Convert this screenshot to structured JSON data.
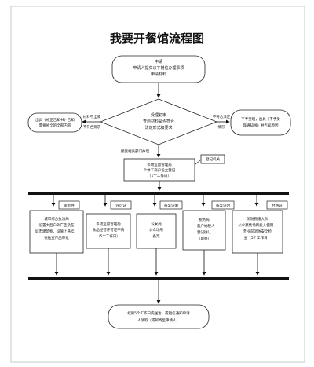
{
  "title": "我要开餐馆流程图",
  "start": {
    "lines": [
      "申请",
      "申请人提交以下岗位办理事项",
      "申请材料"
    ]
  },
  "decision": {
    "lines": [
      "受理初审",
      "查验材料是否符合",
      "法定形式和要求"
    ]
  },
  "left_box": {
    "lines": [
      "出具《补正告知书》告知",
      "需要补全的全部内容"
    ]
  },
  "left_edge": {
    "line1": "材料不全或",
    "line2": "不符合要求"
  },
  "right_box": {
    "lines": [
      "不予受理，出具《不予受",
      "理通知书》并告知原因"
    ]
  },
  "right_edge": {
    "line1": "不符合法定",
    "line2": "情形"
  },
  "accept_label": "接受相关部门办理",
  "middle_box": {
    "lines": [
      "市场监督管理局",
      "个体工商户设立登记",
      "（1个工作日）"
    ]
  },
  "register_tag": "登记机关",
  "branches": [
    {
      "tag": "审批件",
      "lines": [
        "城市综合执法局",
        "设置大型户外广告及在",
        "城市建筑物、设施上悬挂、",
        "张贴宣传品审批"
      ]
    },
    {
      "tag": "许可证",
      "lines": [
        "市场监督管理局",
        "食品经营许可证申请",
        "（5个工作日）"
      ]
    },
    {
      "tag": "备案证明",
      "lines": [
        "公安局",
        "公众场所",
        "备案"
      ]
    },
    {
      "tag": "备案证明",
      "lines": [
        "税务局",
        "一般户纳税人",
        "登记确认",
        "（即办）"
      ]
    },
    {
      "tag": "合格证",
      "lines": [
        "消防救援大队",
        "公众聚集场所投入使用、",
        "营业前消防安全检",
        "查（5个工作日）"
      ]
    }
  ],
  "end": {
    "lines": [
      "结果5个工作日内送达，或短信通知申请",
      "人领取（或邮寄至申请人）"
    ]
  }
}
